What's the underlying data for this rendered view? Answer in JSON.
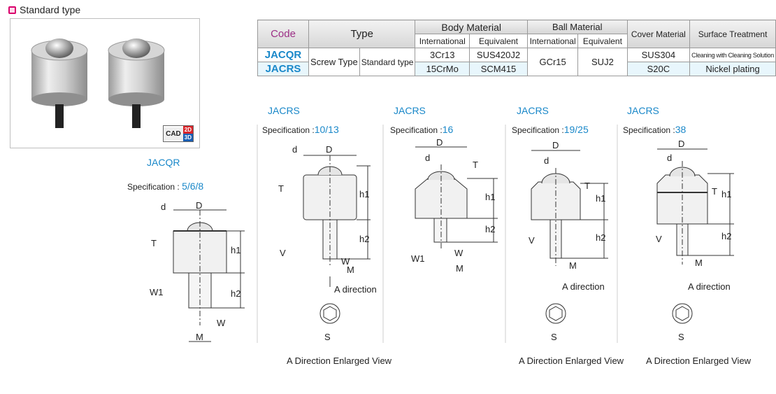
{
  "header": {
    "title": "Standard type"
  },
  "cad_badge": {
    "label": "CAD",
    "2d": "2D",
    "3d": "3D"
  },
  "table": {
    "headers": {
      "code": "Code",
      "type": "Type",
      "body_material": "Body Material",
      "ball_material": "Ball Material",
      "cover_material": "Cover Material",
      "surface_treatment": "Surface Treatment",
      "international": "International",
      "equivalent": "Equivalent"
    },
    "rows": [
      {
        "code": "JACQR",
        "type1": "Screw Type",
        "type2": "Standard type",
        "body_intl": "3Cr13",
        "body_eq": "SUS420J2",
        "ball_intl": "GCr15",
        "ball_eq": "SUJ2",
        "cover": "SUS304",
        "surface": "Cleaning with Cleaning Solution"
      },
      {
        "code": "JACRS",
        "body_intl": "15CrMo",
        "body_eq": "SCM415",
        "cover": "S20C",
        "surface": "Nickel plating"
      }
    ]
  },
  "drawings": [
    {
      "model": "JACQR",
      "spec_label": "Specification :",
      "spec_value": "5/6/8"
    },
    {
      "model": "JACRS",
      "spec_label": "Specification :",
      "spec_value": "10/13"
    },
    {
      "model": "JACRS",
      "spec_label": "Specification :",
      "spec_value": "16"
    },
    {
      "model": "JACRS",
      "spec_label": "Specification :",
      "spec_value": "19/25"
    },
    {
      "model": "JACRS",
      "spec_label": "Specification :",
      "spec_value": "38"
    }
  ],
  "dim_labels": {
    "d": "d",
    "D": "D",
    "T": "T",
    "h1": "h1",
    "h2": "h2",
    "V": "V",
    "W": "W",
    "W1": "W1",
    "M": "M",
    "S": "S"
  },
  "a_direction": "A direction",
  "enlarged_view": "A Direction Enlarged View",
  "colors": {
    "accent_blue": "#1a88c9",
    "code_purple": "#9c2f86",
    "marker_pink": "#d9006c"
  }
}
